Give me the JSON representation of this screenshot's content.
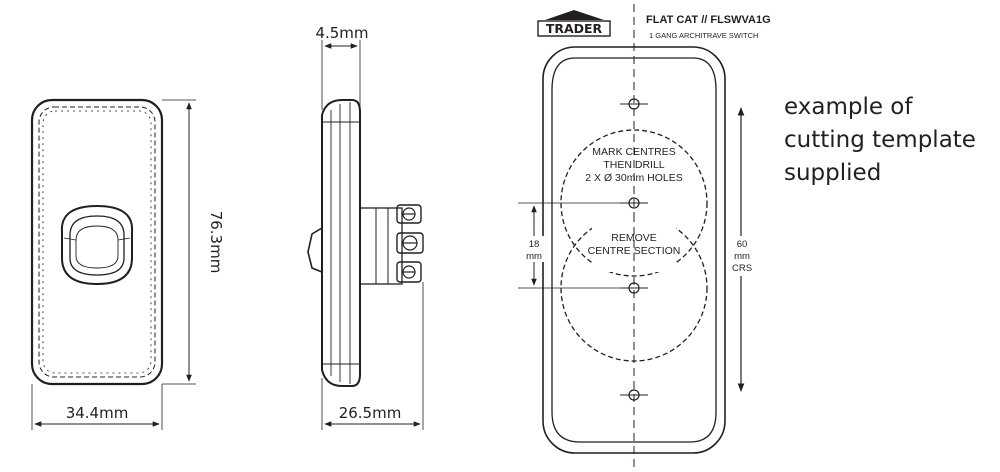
{
  "front_view": {
    "height_label": "76.3mm",
    "width_label": "34.4mm"
  },
  "side_view": {
    "depth_label": "4.5mm",
    "total_depth_label": "26.5mm"
  },
  "template": {
    "brand": "TRADER",
    "product": "FLAT CAT // FLSWVA1G",
    "subtitle": "1 GANG ARCHITRAVE SWITCH",
    "mark_centres": [
      "MARK CENTRES",
      "THEN DRILL",
      "2 X Ø 30mm HOLES"
    ],
    "remove_section": [
      "REMOVE",
      "CENTRE SECTION"
    ],
    "dim_18": [
      "18",
      "mm"
    ],
    "dim_60": [
      "60",
      "mm",
      "CRS"
    ]
  },
  "note_lines": [
    "example of",
    "cutting template",
    "supplied"
  ]
}
